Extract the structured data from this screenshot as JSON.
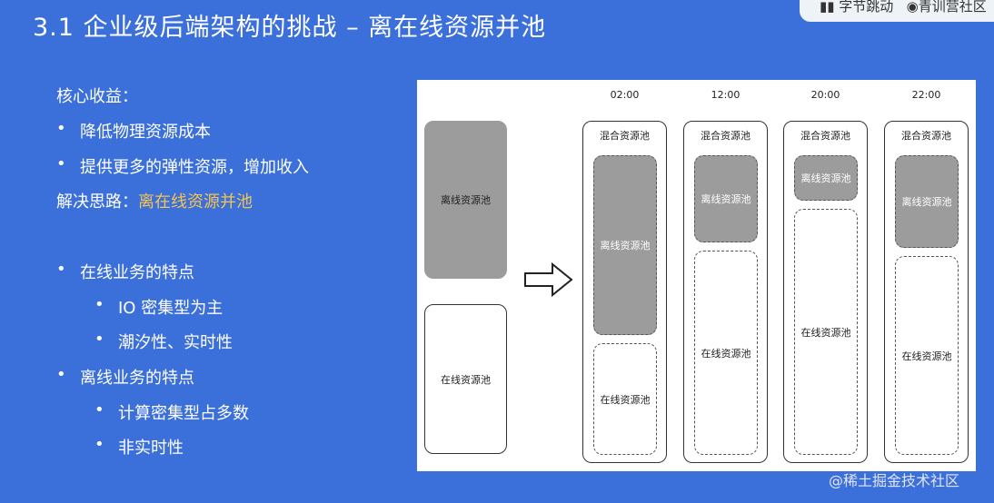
{
  "title": "3.1 企业级后端架构的挑战 – 离在线资源并池",
  "brand": {
    "left": "字节跳动",
    "right": "青训营社区"
  },
  "content": {
    "benefits_heading": "核心收益：",
    "benefits": [
      "降低物理资源成本",
      "提供更多的弹性资源，增加收入"
    ],
    "solution_label": "解决思路：",
    "solution_value": "离在线资源并池",
    "online_heading": "在线业务的特点",
    "online_items": [
      "IO 密集型为主",
      "潮汐性、实时性"
    ],
    "offline_heading": "离线业务的特点",
    "offline_items": [
      "计算密集型占多数",
      "非实时性"
    ]
  },
  "diagram": {
    "offline_pool": "离线资源池",
    "online_pool": "在线资源池",
    "mixed_pool": "混合资源池",
    "columns": [
      {
        "time": "02:00",
        "offline_share": 0.6
      },
      {
        "time": "12:00",
        "offline_share": 0.29
      },
      {
        "time": "20:00",
        "offline_share": 0.15
      },
      {
        "time": "22:00",
        "offline_share": 0.31
      }
    ]
  },
  "watermark": "@稀土掘金技术社区",
  "colors": {
    "background": "#3b6fd9",
    "highlight": "#f5c451",
    "pool_gray": "#9c9c9c"
  }
}
